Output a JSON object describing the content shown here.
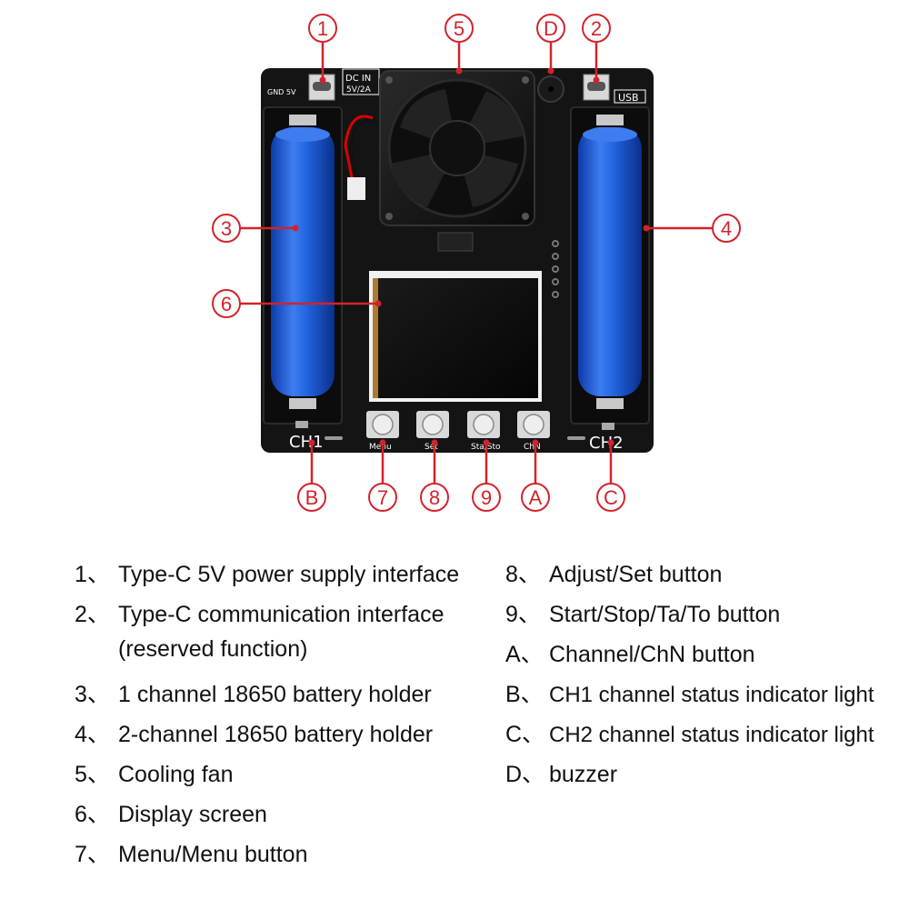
{
  "board": {
    "dc_in_label": "DC IN",
    "dc_in_rating": "5V/2A",
    "gnd_label": "GND 5V",
    "usb_label": "USB",
    "ch1_label": "CH1",
    "ch2_label": "CH2",
    "buttons": [
      {
        "label": "Menu"
      },
      {
        "label": "Set"
      },
      {
        "label": "Sta/Sto"
      },
      {
        "label": "ChN"
      }
    ]
  },
  "callouts": {
    "c1": "1",
    "c2": "2",
    "c3": "3",
    "c4": "4",
    "c5": "5",
    "c6": "6",
    "c7": "7",
    "c8": "8",
    "c9": "9",
    "cA": "A",
    "cB": "B",
    "cC": "C",
    "cD": "D"
  },
  "legend_left": [
    {
      "num": "1、",
      "text": "Type-C 5V power supply interface"
    },
    {
      "num": "2、",
      "text": "Type-C communication interface"
    },
    {
      "num": "",
      "text": "(reserved function)"
    },
    {
      "num": "3、",
      "text": "1 channel 18650 battery holder"
    },
    {
      "num": "4、",
      "text": "2-channel 18650 battery holder"
    },
    {
      "num": "5、",
      "text": "Cooling fan"
    },
    {
      "num": "6、",
      "text": "Display screen"
    },
    {
      "num": "7、",
      "text": "Menu/Menu button"
    }
  ],
  "legend_right": [
    {
      "num": "8、",
      "text": "Adjust/Set button"
    },
    {
      "num": "9、",
      "text": "Start/Stop/Ta/To button"
    },
    {
      "num": "A、",
      "text": "Channel/ChN button"
    },
    {
      "num": "B、",
      "text": "CH1 channel status indicator light"
    },
    {
      "num": "C、",
      "text": "CH2 channel status indicator light"
    },
    {
      "num": "D、",
      "text": "buzzer"
    }
  ],
  "colors": {
    "callout": "#d2232a",
    "pcb": "#121212",
    "battery": "#1f5fd8",
    "screen_frame": "#f2f2f2"
  }
}
